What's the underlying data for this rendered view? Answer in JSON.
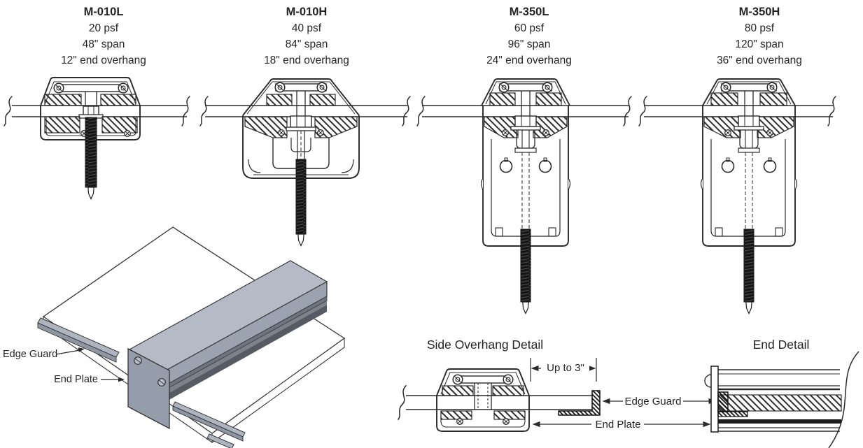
{
  "page": {
    "background": "#ffffff",
    "line_color": "#2b2b2b"
  },
  "models": [
    {
      "name": "M-010L",
      "load": "20 psf",
      "span": "48\" span",
      "overhang": "12\" end overhang"
    },
    {
      "name": "M-010H",
      "load": "40 psf",
      "span": "84\" span",
      "overhang": "18\" end overhang"
    },
    {
      "name": "M-350L",
      "load": "60 psf",
      "span": "96\" span",
      "overhang": "24\" end overhang"
    },
    {
      "name": "M-350H",
      "load": "80 psf",
      "span": "120\" span",
      "overhang": "36\" end overhang"
    }
  ],
  "isometric": {
    "edge_guard_label": "Edge Guard",
    "end_plate_label": "End Plate",
    "beam_top_color": "#b4bbc7",
    "beam_front_color": "#9ba3b0",
    "end_plate_color": "#959daa"
  },
  "side_overhang": {
    "title": "Side Overhang Detail",
    "dimension": "Up to 3\"",
    "edge_guard_label": "Edge Guard",
    "end_plate_label": "End Plate"
  },
  "end_detail": {
    "title": "End Detail"
  }
}
